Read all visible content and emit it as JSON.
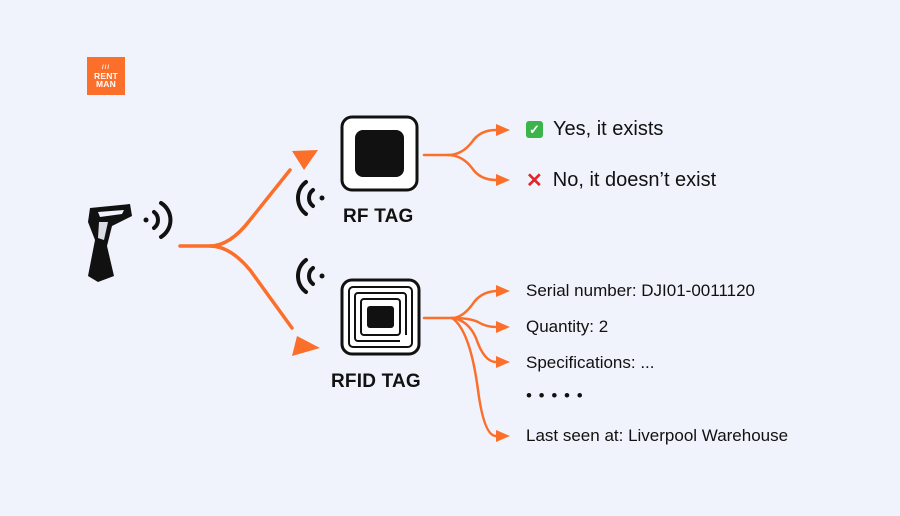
{
  "brand": {
    "logo_text_line1": "RENT",
    "logo_text_line2": "MAN"
  },
  "rf_tag": {
    "label": "RF TAG",
    "outcomes": [
      {
        "icon": "check-icon",
        "text": "Yes, it exists"
      },
      {
        "icon": "cross-icon",
        "text": "No, it doesn’t exist"
      }
    ]
  },
  "rfid_tag": {
    "label": "RFID TAG",
    "fields": [
      "Serial number: DJI01-0011120",
      "Quantity: 2",
      "Specifications: ...",
      "• • • • •",
      "Last seen at: Liverpool Warehouse"
    ]
  },
  "colors": {
    "accent": "#fb6f2a",
    "background": "#f0f3fb",
    "ink": "#111111",
    "check": "#3bb54a",
    "cross": "#e0262f"
  },
  "icons": [
    "scanner-icon",
    "signal-icon",
    "rf-chip-icon",
    "rfid-chip-icon",
    "check-icon",
    "cross-icon"
  ]
}
